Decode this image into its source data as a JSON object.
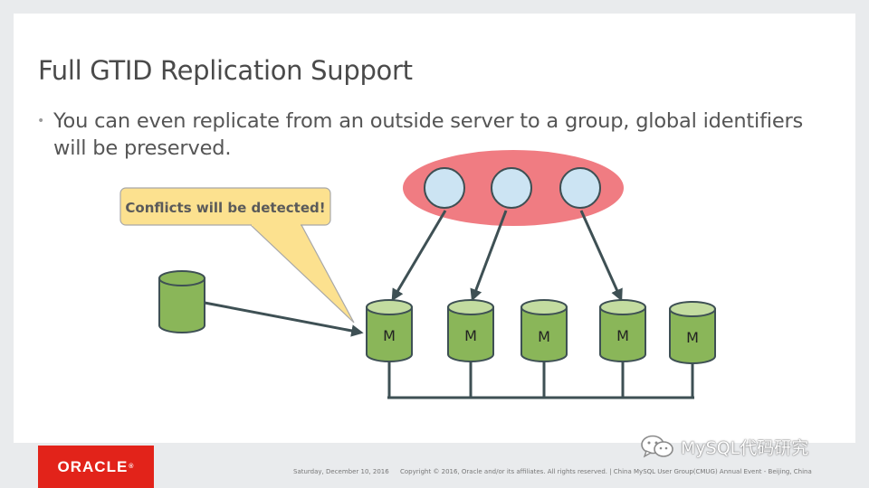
{
  "slide": {
    "title": "Full GTID Replication Support",
    "bullet": "You can even replicate from an outside server to a group, global identifiers will be preserved."
  },
  "diagram": {
    "callout": "Conflicts will be detected!",
    "master_labels": [
      "M",
      "M",
      "M",
      "M",
      "M"
    ]
  },
  "footer": {
    "logo_text": "ORACLE",
    "logo_mark": "®",
    "date": "Saturday, December 10, 2016",
    "copyright": "Copyright © 2016, Oracle and/or its affiliates. All rights reserved.   |  China MySQL User Group(CMUG) Annual Event - Beijing, China"
  },
  "watermark": {
    "text": "MySQL代码研究",
    "icon": "wechat-icon"
  },
  "colors": {
    "cluster_ellipse": "#f07c82",
    "client_circle": "#cce4f3",
    "db_green": "#8ab659",
    "db_top": "#c3dca0",
    "callout_fill": "#fce18f",
    "arrow": "#3e5054",
    "oracle_red": "#e2231a"
  }
}
